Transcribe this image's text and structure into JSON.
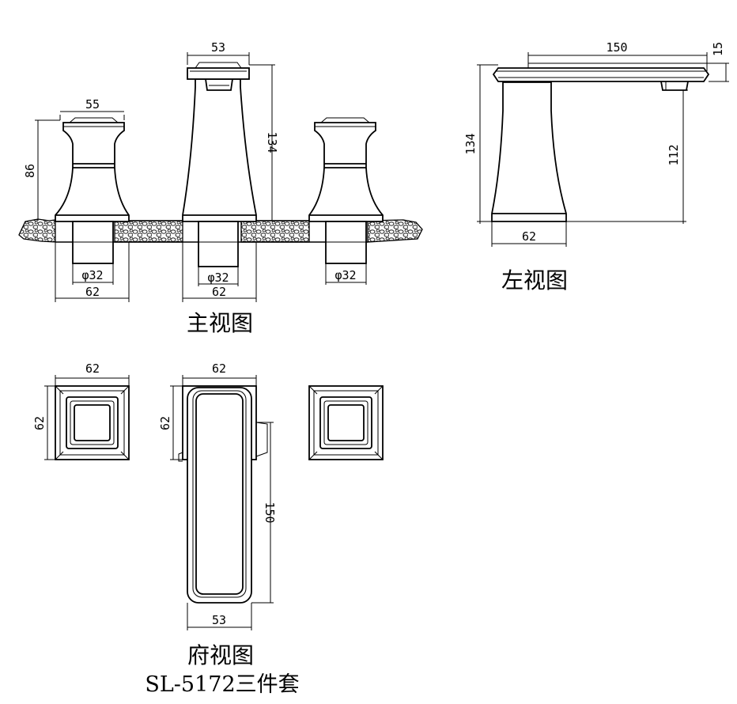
{
  "views": {
    "front": {
      "caption": "主视图",
      "handle_width": "55",
      "spout_width": "53",
      "handle_height": "86",
      "spout_height": "134",
      "base_width_left": "62",
      "base_width_center": "62",
      "pipe_dia_left": "φ32",
      "pipe_dia_center": "φ32",
      "pipe_dia_right": "φ32"
    },
    "left": {
      "caption": "左视图",
      "spout_length": "150",
      "top_thickness": "15",
      "total_height": "134",
      "outlet_height": "112",
      "base_width": "62"
    },
    "top": {
      "caption": "府视图",
      "handle_width": "62",
      "handle_depth": "62",
      "spout_width": "62",
      "spout_depth": "62",
      "spout_length": "150",
      "spout_tip_width": "53"
    }
  },
  "product": {
    "model": "SL-5172三件套"
  }
}
